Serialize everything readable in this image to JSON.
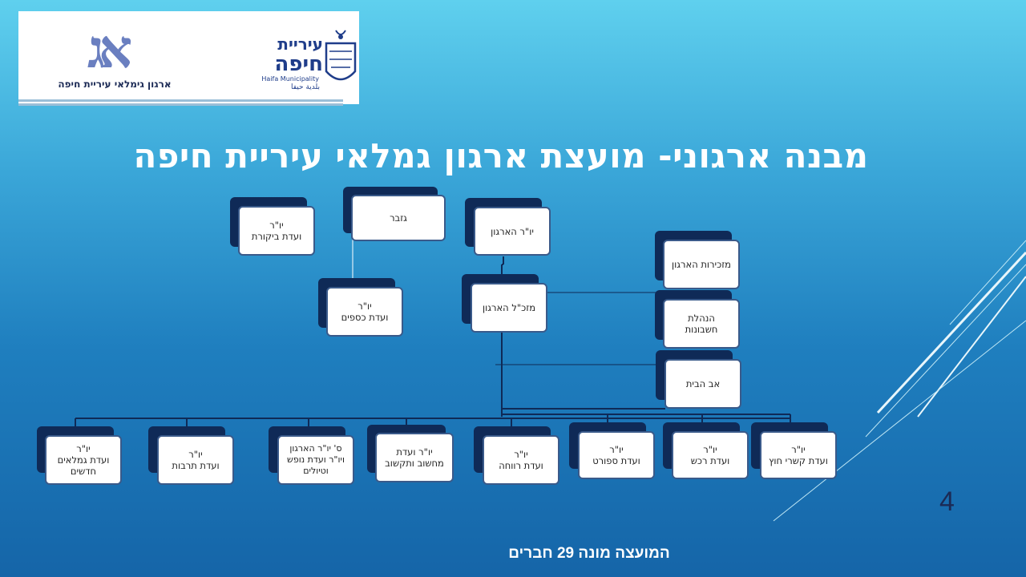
{
  "logos": {
    "org_mark": "אג",
    "org_name": "ארגון גימלאי עיריית חיפה",
    "city_name_line1": "עיריית",
    "city_name_line2": "חיפה",
    "city_name_en": "Haifa Municipality",
    "city_name_ar": "بلدية حيفا"
  },
  "title": "מבנה ארגוני- מועצת ארגון גמלאי עיריית חיפה",
  "nodes": {
    "audit": "יו\"ר\nועדת ביקורת",
    "treasurer": "גזבר",
    "chair": "יו\"ר הארגון",
    "finance": "יו\"ר\nועדת כספים",
    "director": "מזכ\"ל הארגון",
    "secretariat": "מזכירות הארגון",
    "accounting": "הנהלת\nחשבונות",
    "caretaker": "אב הבית",
    "new_retirees": "יו\"ר\nועדת גמלאים\nחדשים",
    "culture": "יו\"ר\nועדת תרבות",
    "vice_chair": "ס' יו\"ר הארגון\nויו\"ר ועדת נופש\nוטיולים",
    "computing": "יו\"ר ועדת\nמחשוב ותקשוב",
    "welfare": "יו\"ר\nועדת רווחה",
    "sport": "יו\"ר\nועדת ספורט",
    "purchase": "יו\"ר\nועדת רכש",
    "foreign": "יו\"ר\nועדת קשרי חוץ"
  },
  "page_number": "4",
  "footer": "המועצה מונה 29 חברים",
  "colors": {
    "node_back": "#0f2a57",
    "node_front": "#ffffff",
    "connector": "#0f2a57",
    "title": "#ffffff"
  }
}
